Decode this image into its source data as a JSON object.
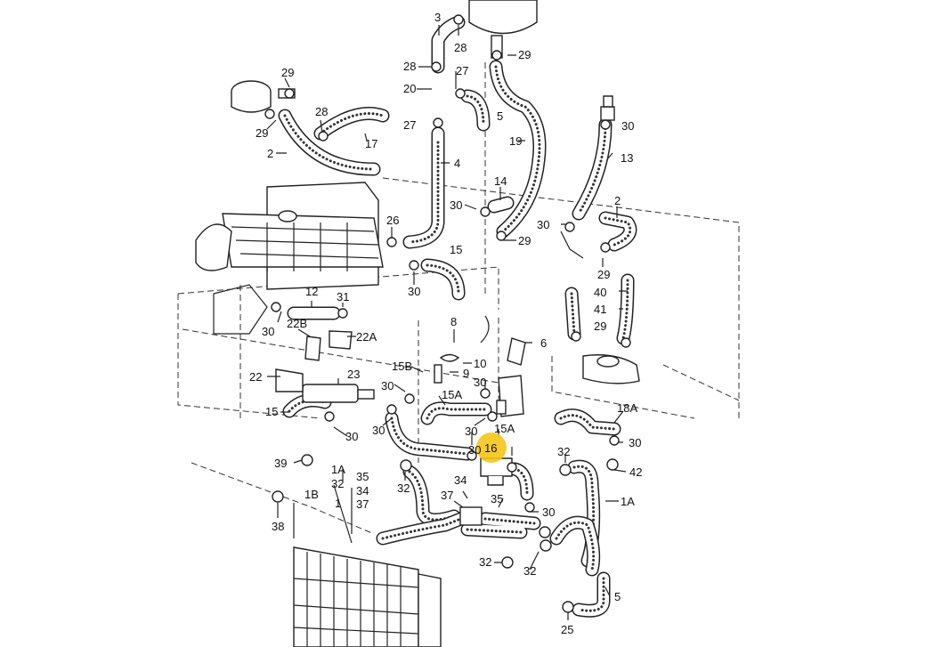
{
  "highlight": {
    "label": "16",
    "color": "#f5c518"
  },
  "labels": {
    "l3": "3",
    "l28a": "28",
    "l29a": "29",
    "l29b": "29",
    "l28b": "28",
    "l27a": "27",
    "l20": "20",
    "l27b": "27",
    "l5a": "5",
    "l28c": "28",
    "l29c": "29",
    "l17": "17",
    "l19": "19",
    "l2a": "2",
    "l4": "4",
    "l30a": "30",
    "l13": "13",
    "l14": "14",
    "l30b": "30",
    "l2b": "2",
    "l26": "26",
    "l29d": "29",
    "l30c": "30",
    "l15a": "15",
    "l29e": "29",
    "l30d": "30",
    "l40": "40",
    "l12": "12",
    "l31": "31",
    "l41": "41",
    "l30e": "30",
    "l22b": "22B",
    "l22a": "22A",
    "l8": "8",
    "l29f": "29",
    "l6": "6",
    "l10": "10",
    "l15b": "15B",
    "l9": "9",
    "l22": "22",
    "l23": "23",
    "l30f": "30",
    "l30g": "30",
    "l15a2": "15A",
    "l18a": "18A",
    "l15": "15",
    "l30h": "30",
    "l30i": "30",
    "l15a3": "15A",
    "l30j": "30",
    "l30k": "30",
    "l30l": "30",
    "l32a": "32",
    "l42": "42",
    "l39": "39",
    "l1a": "1A",
    "l35a": "35",
    "l32b": "32",
    "l34a": "34",
    "l32c": "32",
    "l34b": "34",
    "l1b": "1B",
    "l1": "1",
    "l37a": "37",
    "l37b": "37",
    "l35b": "35",
    "l30m": "30",
    "l1a2": "1A",
    "l38": "38",
    "l32d": "32",
    "l32e": "32",
    "l5b": "5",
    "l25": "25"
  }
}
